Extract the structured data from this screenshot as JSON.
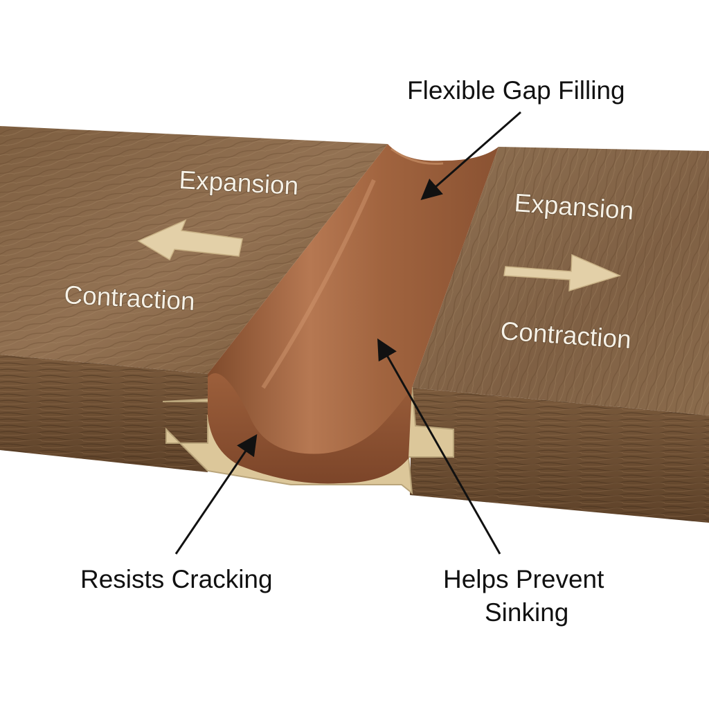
{
  "labels": {
    "top_callout": "Flexible Gap Filling",
    "left_expansion": "Expansion",
    "left_contraction": "Contraction",
    "right_expansion": "Expansion",
    "right_contraction": "Contraction",
    "bottom_left_callout": "Resists Cracking",
    "bottom_right_callout_line1": "Helps Prevent",
    "bottom_right_callout_line2": "Sinking"
  },
  "colors": {
    "wood_top": "#8a6a48",
    "wood_edge": "#6e5034",
    "filler": "#9c5f3b",
    "filler_highlight": "#c48a5e",
    "subfloor": "#dcc79a",
    "arrow_tan": "#e3d0a8",
    "leader_line": "#111111"
  },
  "icons": {
    "left_arrow": "arrow-left-icon",
    "right_arrow": "arrow-right-icon"
  }
}
